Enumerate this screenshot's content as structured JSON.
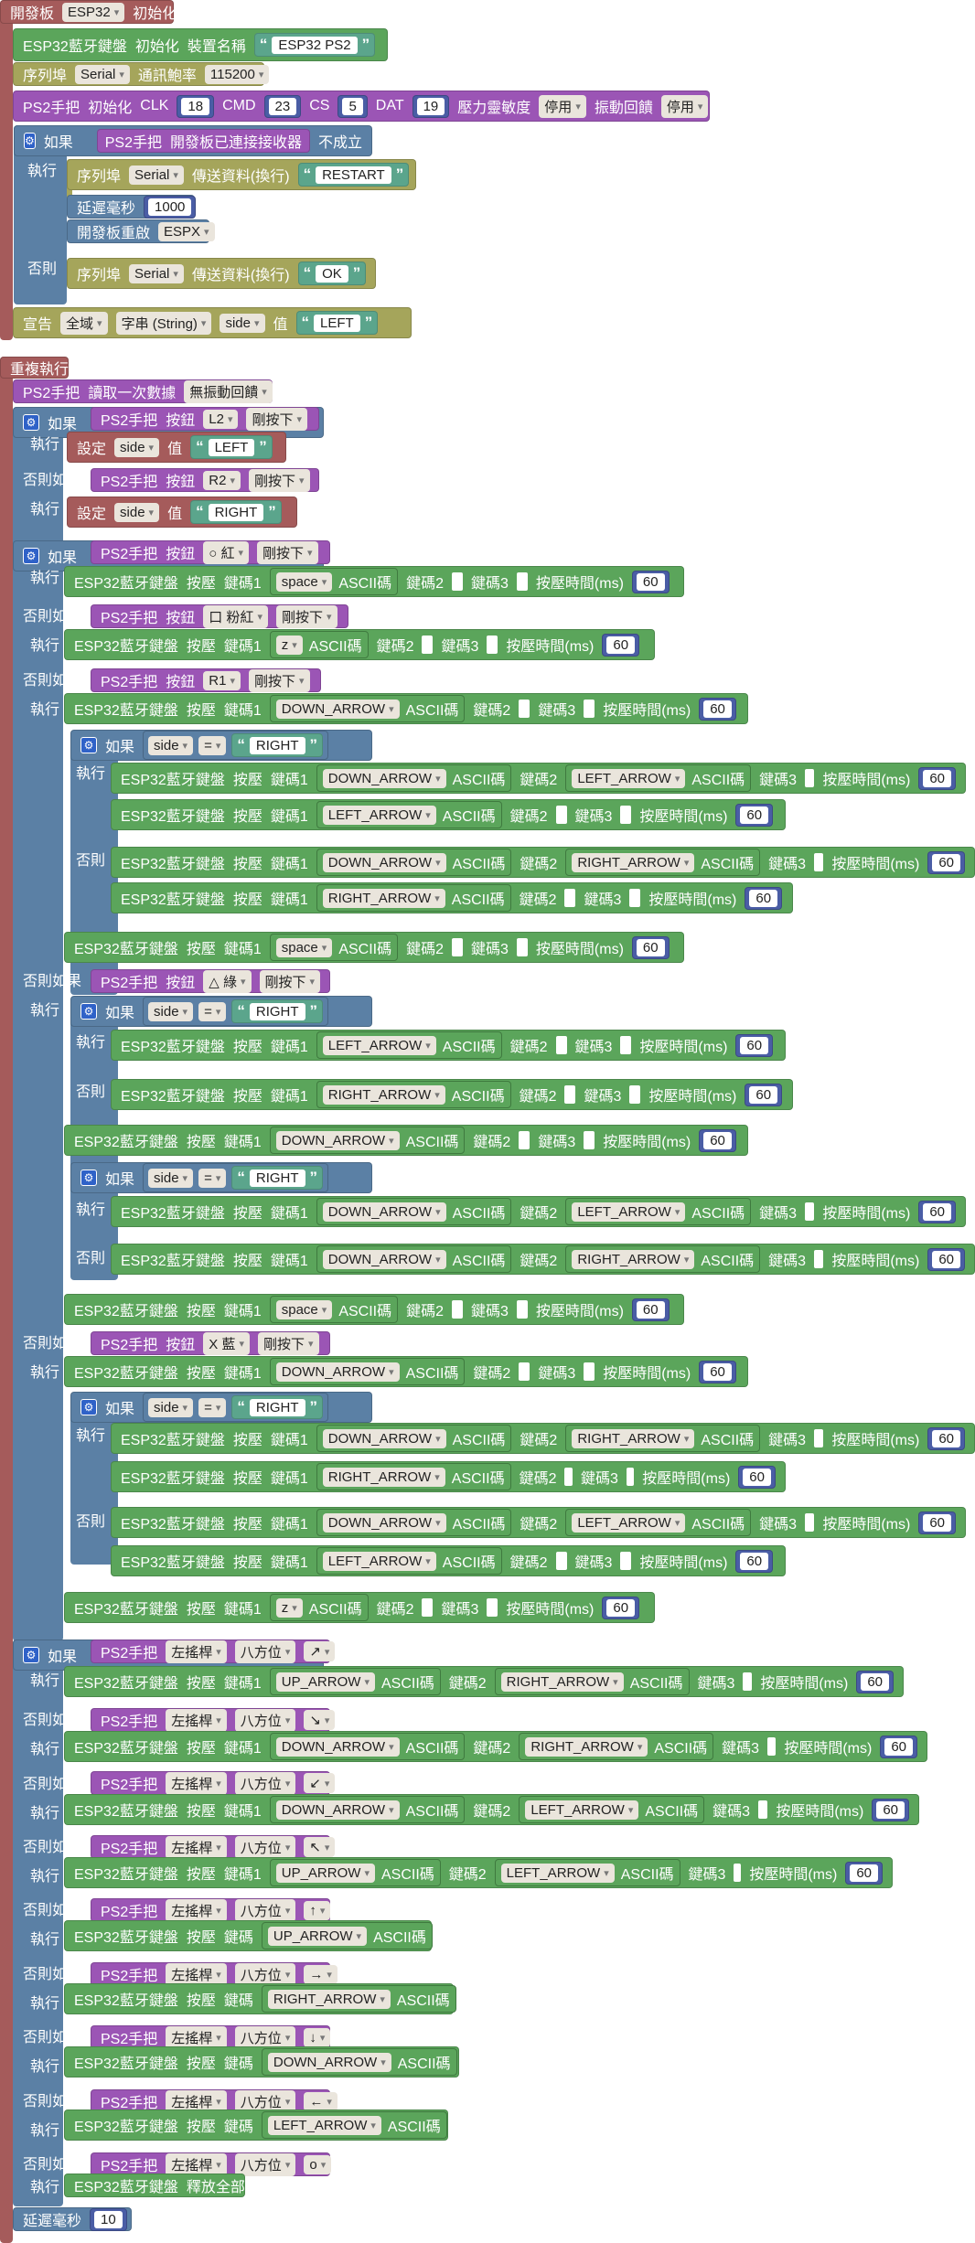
{
  "t": {
    "board_init": "開發板",
    "esp32": "ESP32",
    "init": "初始化",
    "kb": "ESP32藍牙鍵盤",
    "kb_init": "初始化",
    "device_name": "裝置名稱",
    "dev_val": "ESP32 PS2",
    "serial": "序列埠",
    "serial_dd": "Serial",
    "baud": "通訊鮑率",
    "baud_val": "115200",
    "ps2": "PS2手把",
    "clk": "CLK",
    "clk_v": "18",
    "cmd": "CMD",
    "cmd_v": "23",
    "cs": "CS",
    "cs_v": "5",
    "dat": "DAT",
    "dat_v": "19",
    "pressure": "壓力靈敏度",
    "disabled": "停用",
    "rumble": "振動回饋",
    "if": "如果",
    "do": "執行",
    "else": "否則",
    "elseif": "否則如果",
    "connected": "開發板已連接接收器",
    "not_true": "不成立",
    "send_line": "傳送資料(換行)",
    "restart": "RESTART",
    "delay": "延遲毫秒",
    "v1000": "1000",
    "reset": "開發板重啟",
    "espx": "ESPX",
    "ok": "OK",
    "declare": "宣告",
    "global": "全域",
    "string_type": "字串 (String)",
    "side": "side",
    "value": "值",
    "left": "LEFT",
    "right": "RIGHT",
    "loop": "重複執行",
    "read_once": "讀取一次數據",
    "no_rumble": "無振動回饋",
    "button": "按鈕",
    "just_pressed": "剛按下",
    "set": "設定",
    "eq": "=",
    "press": "按壓",
    "k1": "鍵碼1",
    "k2": "鍵碼2",
    "k3": "鍵碼3",
    "k": "鍵碼",
    "ascii": "ASCII碼",
    "press_time": "按壓時間(ms)",
    "v60": "60",
    "release_all": "釋放全部",
    "v10": "10",
    "left_stick": "左搖桿",
    "eight_dir": "八方位",
    "L2": "L2",
    "R2": "R2",
    "R1": "R1",
    "btn_circle": "○ 紅",
    "btn_square": "口 粉紅",
    "btn_triangle": "△ 綠",
    "btn_cross": "X 藍",
    "space": "space",
    "z": "z",
    "DOWN_ARROW": "DOWN_ARROW",
    "LEFT_ARROW": "LEFT_ARROW",
    "RIGHT_ARROW": "RIGHT_ARROW",
    "UP_ARROW": "UP_ARROW",
    "dir_ne": "↗",
    "dir_se": "↘",
    "dir_sw": "↙",
    "dir_nw": "↖",
    "dir_up": "↑",
    "dir_right": "→",
    "dir_down": "↓",
    "dir_left": "←",
    "dir_center": "o"
  },
  "colors": {
    "green": "#5ba55b",
    "olive": "#a5a55b",
    "purple": "#9b55b5",
    "blue": "#5b80a5",
    "red": "#a55b5b",
    "teal": "#5ba58c",
    "navy": "#4a5da5"
  }
}
